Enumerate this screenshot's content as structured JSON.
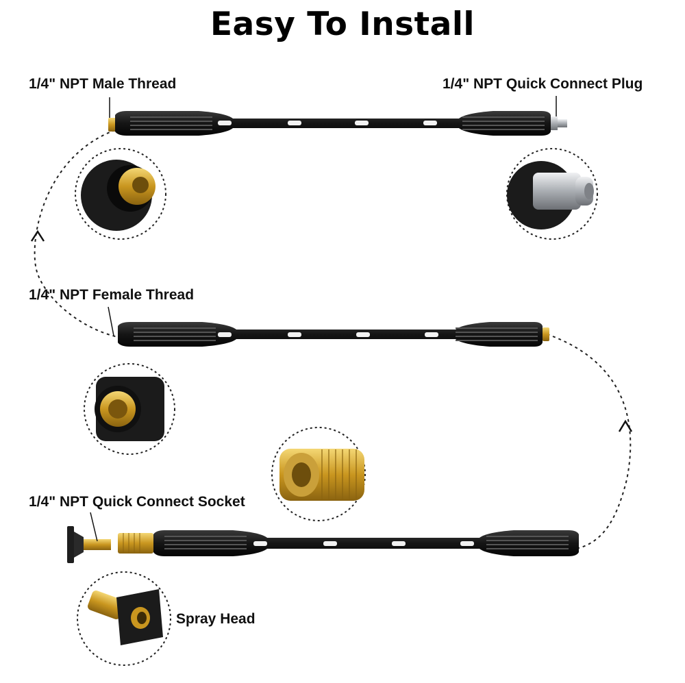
{
  "title": "Easy To Install",
  "labels": {
    "male_thread": "1/4\" NPT Male Thread",
    "quick_connect_plug": "1/4\" NPT Quick Connect Plug",
    "female_thread": "1/4\" NPT Female Thread",
    "quick_connect_socket": "1/4\" NPT Quick Connect Socket",
    "spray_head": "Spray Head"
  },
  "colors": {
    "wand": "#1b1b1b",
    "brass": "#d4a52c",
    "steel": "#b9bcc0",
    "dashes": "#222222"
  }
}
